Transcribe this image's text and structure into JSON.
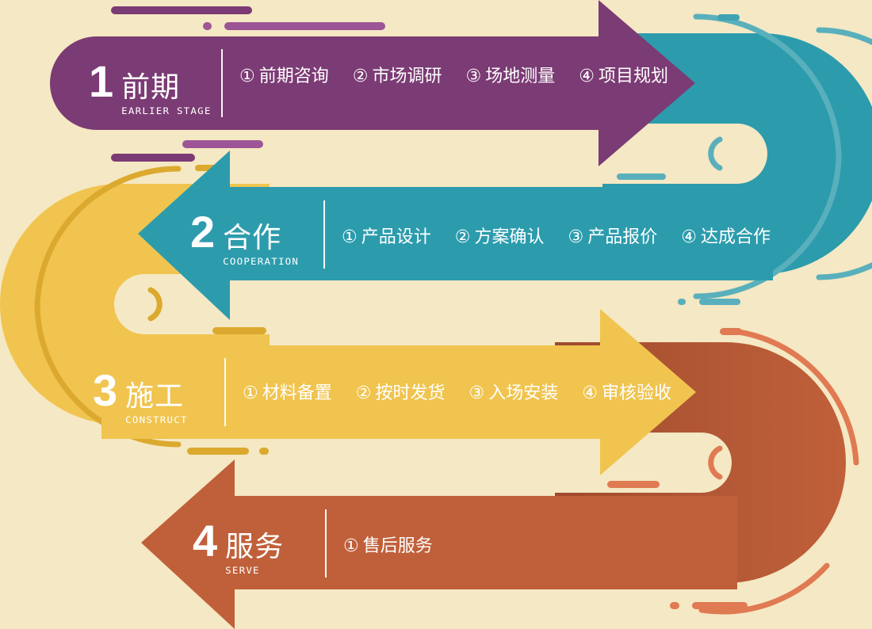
{
  "diagram": {
    "title": "service process flow",
    "background_color": "#F5E8C4",
    "stages": [
      {
        "number": "1",
        "name_cn": "前期",
        "name_en": "EARLIER STAGE",
        "color": "#7B3B74",
        "direction": "right",
        "items": [
          {
            "marker": "①",
            "label": "前期咨询"
          },
          {
            "marker": "②",
            "label": "市场调研"
          },
          {
            "marker": "③",
            "label": "场地测量"
          },
          {
            "marker": "④",
            "label": "项目规划"
          }
        ]
      },
      {
        "number": "2",
        "name_cn": "合作",
        "name_en": "COOPERATION",
        "color": "#2C9CAD",
        "direction": "left",
        "items": [
          {
            "marker": "①",
            "label": "产品设计"
          },
          {
            "marker": "②",
            "label": "方案确认"
          },
          {
            "marker": "③",
            "label": "产品报价"
          },
          {
            "marker": "④",
            "label": "达成合作"
          }
        ]
      },
      {
        "number": "3",
        "name_cn": "施工",
        "name_en": "CONSTRUCT",
        "color": "#F0C44F",
        "direction": "right",
        "items": [
          {
            "marker": "①",
            "label": "材料备置"
          },
          {
            "marker": "②",
            "label": "按时发货"
          },
          {
            "marker": "③",
            "label": "入场安装"
          },
          {
            "marker": "④",
            "label": "审核验收"
          }
        ]
      },
      {
        "number": "4",
        "name_cn": "服务",
        "name_en": "SERVE",
        "color": "#C0603A",
        "direction": "left",
        "items": [
          {
            "marker": "①",
            "label": "售后服务"
          }
        ]
      }
    ],
    "connectors": [
      {
        "name": "teal-loop-right",
        "color": "#2C9CAD",
        "side": "right"
      },
      {
        "name": "yellow-loop-left",
        "color": "#F0C44F",
        "side": "left"
      },
      {
        "name": "orange-loop-right",
        "color": "#C0603A",
        "side": "right"
      }
    ],
    "accent_colors": {
      "purple_dark": "#7B3B74",
      "purple_light": "#9C5596",
      "teal": "#2C9CAD",
      "teal_light": "#59B0BC",
      "yellow": "#F0C44F",
      "yellow_dark": "#DCA92F",
      "orange": "#C0603A",
      "orange_light": "#E07A52",
      "white": "#FFFFFF"
    }
  }
}
